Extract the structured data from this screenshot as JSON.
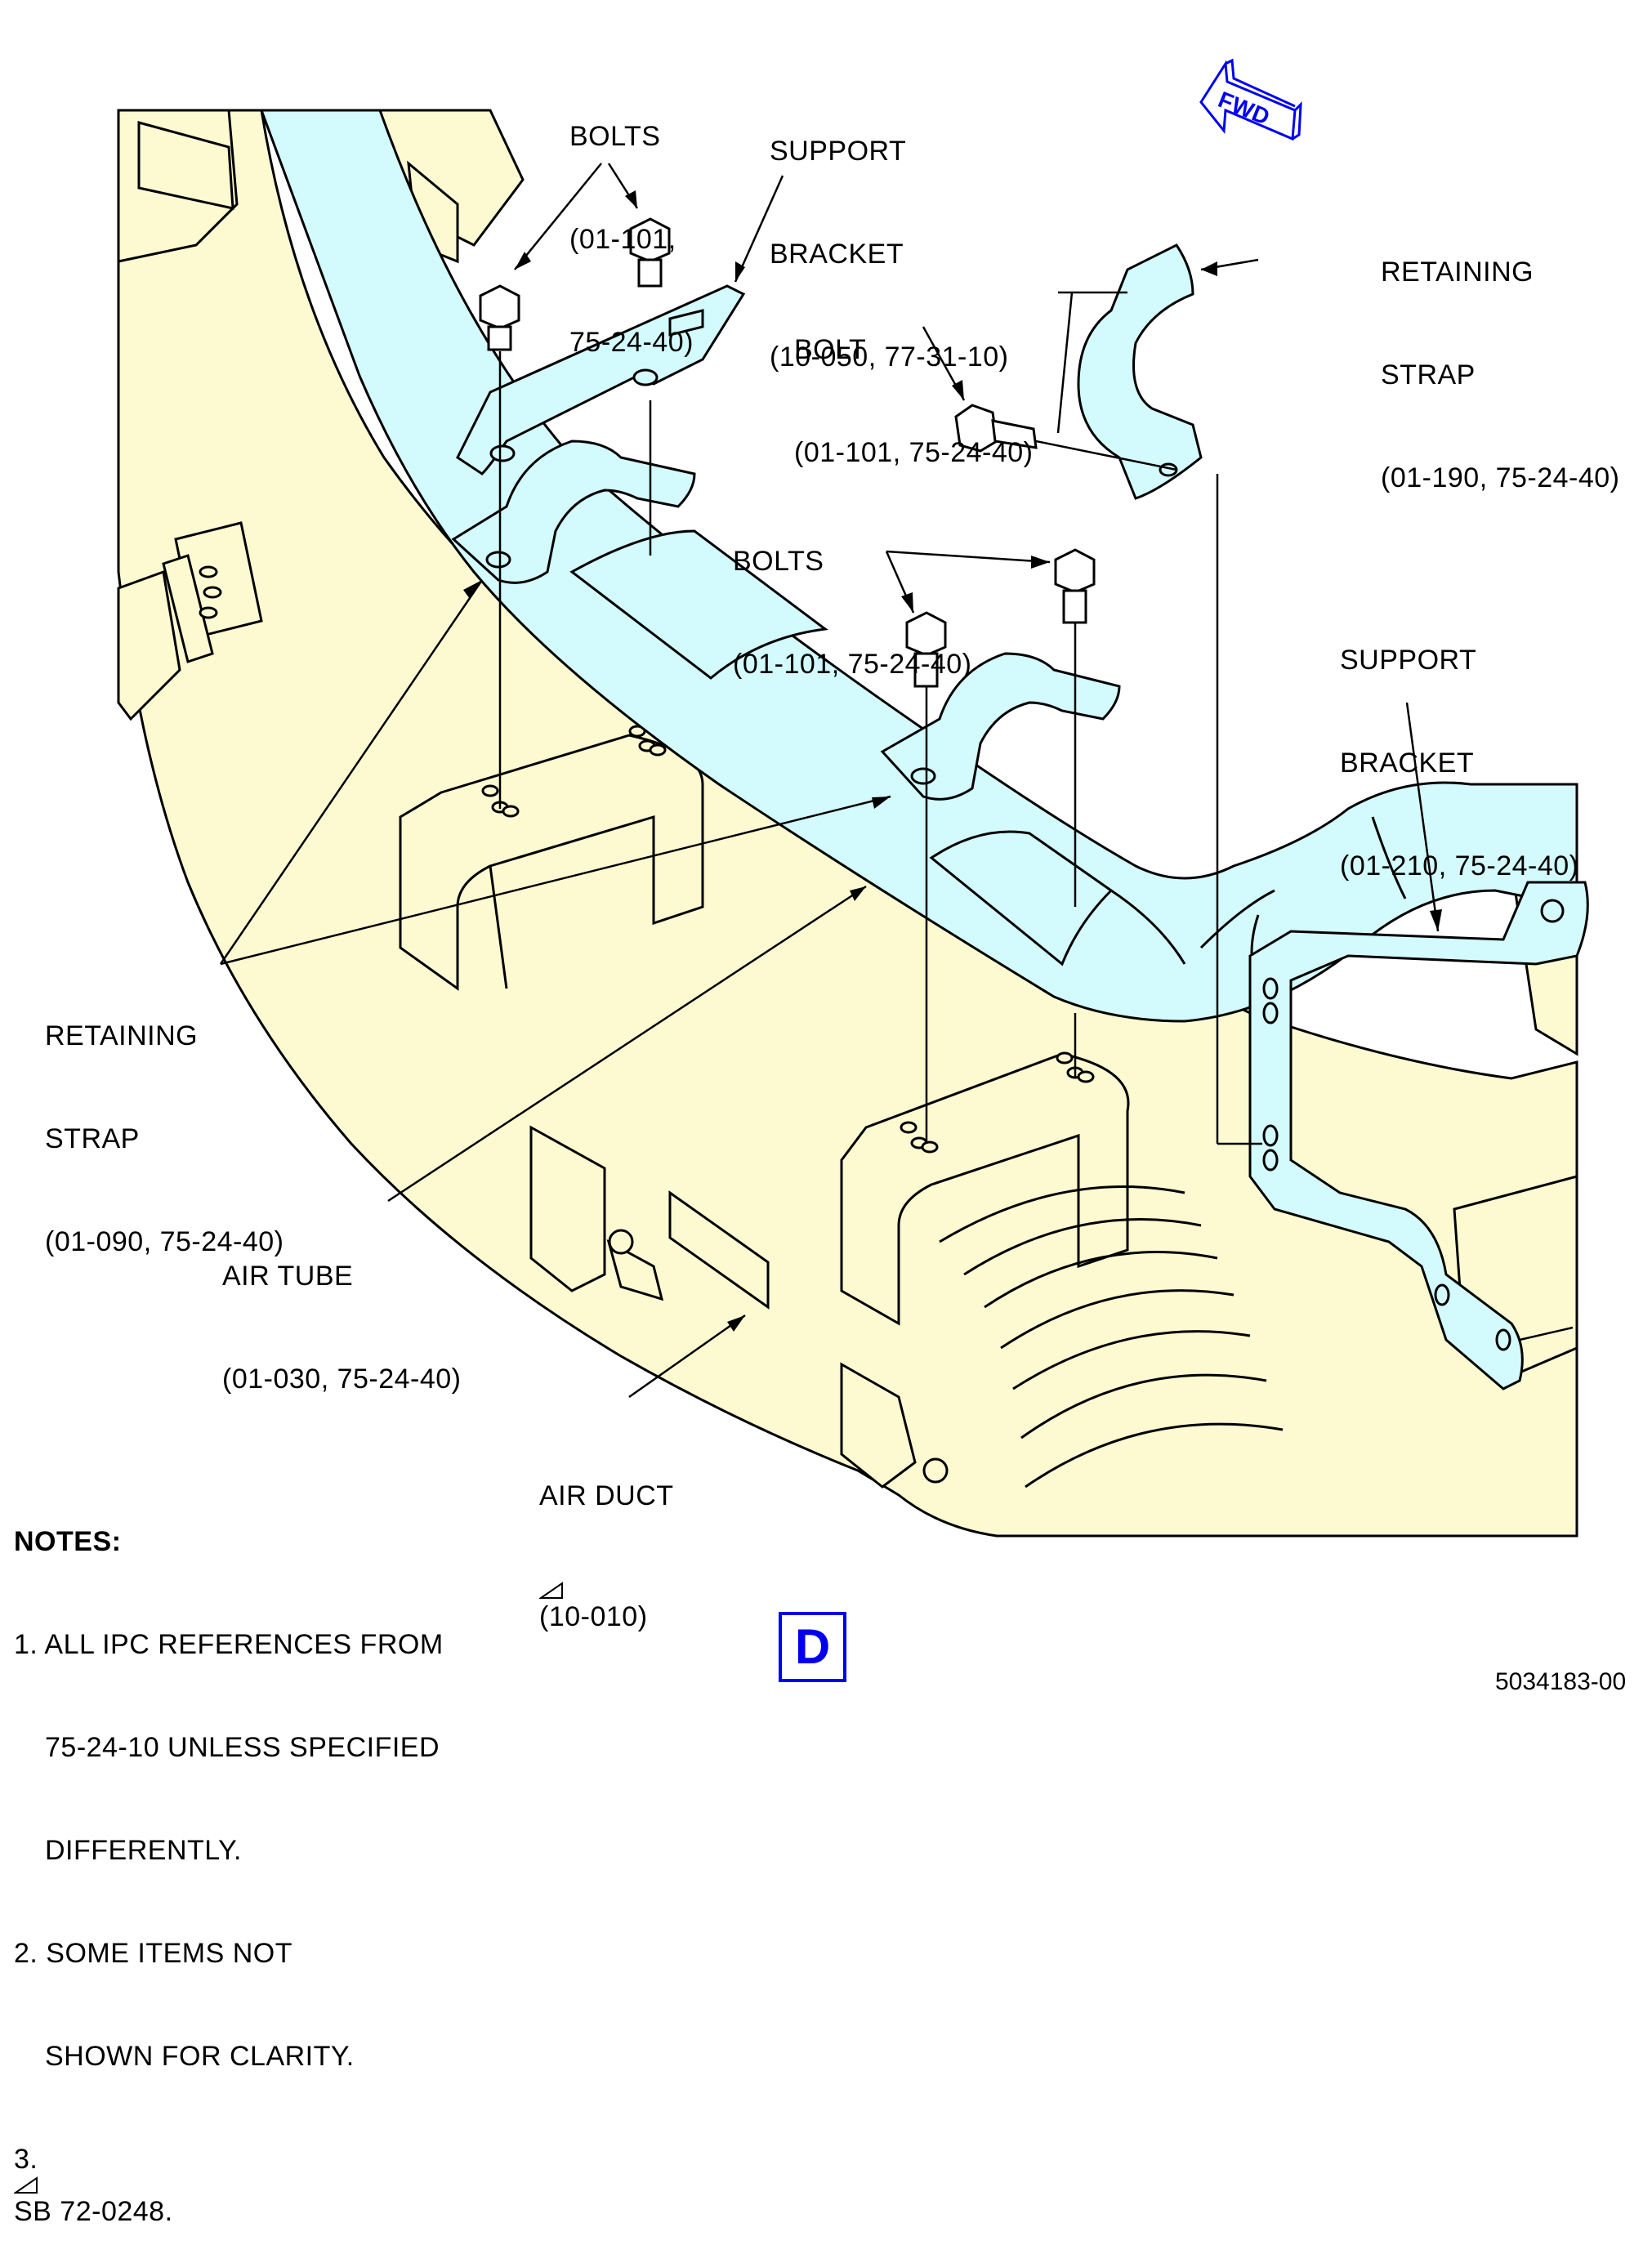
{
  "fwd_arrow": {
    "label": "FWD",
    "color": "#0000ee",
    "icon": "forward-direction-arrow-icon"
  },
  "callouts": {
    "bolts_top": {
      "lines": [
        "BOLTS",
        "(01-101,",
        "75-24-40)"
      ]
    },
    "support_bracket_top": {
      "lines": [
        "SUPPORT",
        "BRACKET",
        "(10-050, 77-31-10)"
      ]
    },
    "retaining_strap_right": {
      "lines": [
        "RETAINING",
        "STRAP",
        "(01-190, 75-24-40)"
      ]
    },
    "bolt_single": {
      "lines": [
        "BOLT",
        "(01-101, 75-24-40)"
      ]
    },
    "bolts_mid": {
      "lines": [
        "BOLTS",
        "(01-101, 75-24-40)"
      ]
    },
    "support_bracket_right": {
      "lines": [
        "SUPPORT",
        "BRACKET",
        "(01-210, 75-24-40)"
      ]
    },
    "retaining_strap_left": {
      "lines": [
        "RETAINING",
        "STRAP",
        "(01-090, 75-24-40)"
      ]
    },
    "air_tube": {
      "lines": [
        "AIR TUBE",
        "(01-030, 75-24-40)"
      ]
    },
    "air_duct": {
      "line1": "AIR DUCT",
      "line2": "(10-010)"
    }
  },
  "notes": {
    "title": "NOTES:",
    "items": [
      [
        "1. ALL IPC REFERENCES FROM",
        "75-24-10 UNLESS SPECIFIED",
        "DIFFERENTLY."
      ],
      [
        "2. SOME ITEMS NOT",
        "SHOWN FOR CLARITY."
      ],
      [
        "3. ",
        "SB 72-0248."
      ]
    ]
  },
  "view_label": "D",
  "doc_number": "5034183-00",
  "colors": {
    "air_duct_fill": "#fdfad2",
    "air_tube_fill": "#d3fafc",
    "bracket_fill": "#d3fafc",
    "line": "#000000",
    "accent_blue": "#0000ee"
  }
}
